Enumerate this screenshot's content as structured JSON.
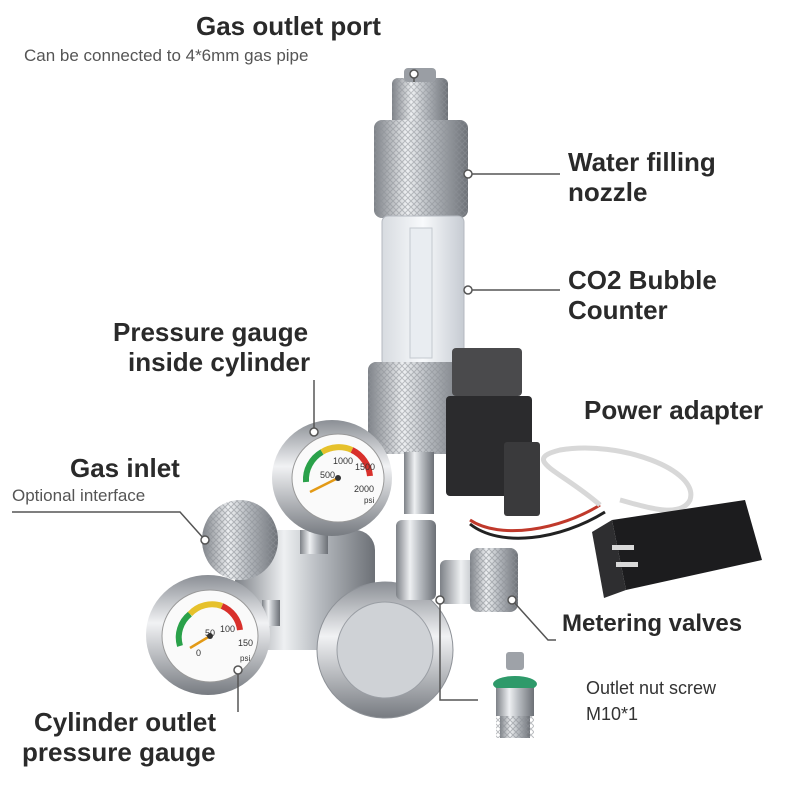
{
  "labels": {
    "gas_outlet_port": "Gas outlet port",
    "gas_outlet_sub": "Can be connected to 4*6mm gas pipe",
    "water_filling_1": "Water filling",
    "water_filling_2": "nozzle",
    "bubble_counter_1": "CO2 Bubble",
    "bubble_counter_2": "Counter",
    "pressure_inside_1": "Pressure gauge",
    "pressure_inside_2": "inside cylinder",
    "power_adapter": "Power adapter",
    "gas_inlet": "Gas inlet",
    "gas_inlet_sub": "Optional interface",
    "metering_valves": "Metering valves",
    "outlet_nut_1": "Outlet nut  screw",
    "outlet_nut_2": "M10*1",
    "cyl_outlet_1": "Cylinder outlet",
    "cyl_outlet_2": "pressure gauge"
  },
  "gauge_big": {
    "t1": "500",
    "t2": "1000",
    "t3": "1500",
    "t4": "2000",
    "unit": "psi"
  },
  "gauge_small": {
    "t1": "50",
    "t2": "100",
    "t3": "150",
    "t4": "0",
    "unit": "psi"
  },
  "colors": {
    "steel": "#c9ccd0",
    "dark": "#2b2b2b",
    "green": "#2aa14a",
    "red": "#d8302b",
    "yellow": "#e6c12b"
  }
}
